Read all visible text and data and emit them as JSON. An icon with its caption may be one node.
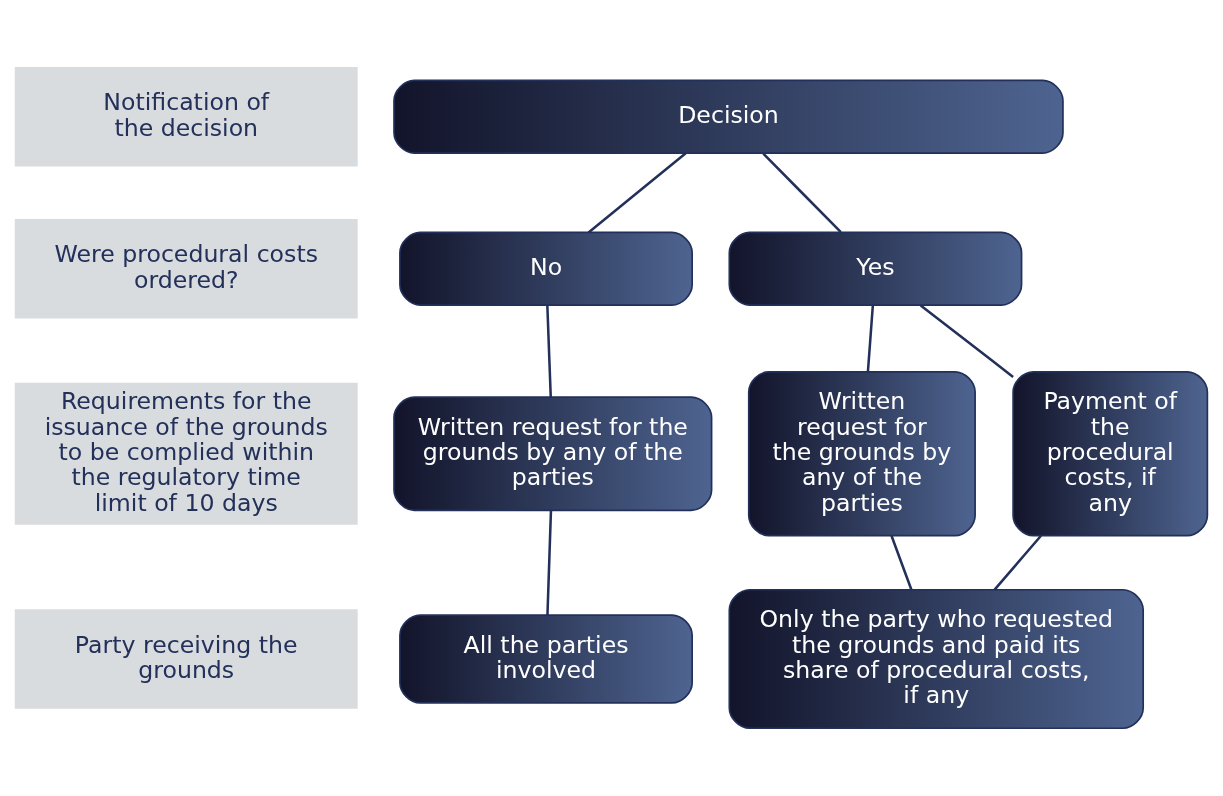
{
  "diagram": {
    "nodes": [
      {
        "text": [
          "Notification of the decision"
        ]
      },
      {
        "text": [
          "Decision"
        ]
      },
      {
        "text": [
          "Were procedural costs ordered?"
        ]
      },
      {
        "text": [
          "No"
        ]
      },
      {
        "text": [
          "Yes"
        ]
      },
      {
        "text": [
          "Requirements for the issuance of the grounds to be complied within the regulatory time limit of 10 days"
        ]
      },
      {
        "text": [
          "Written request for the grounds by any of the parties"
        ]
      },
      {
        "text": [
          "Written request for the grounds by any of the parties"
        ]
      },
      {
        "text": [
          "Payment of the procedural costs, if any"
        ]
      },
      {
        "text": [
          "Party receiving the grounds"
        ]
      },
      {
        "text": [
          "All the parties involved"
        ]
      },
      {
        "text": [
          "Only the party who requested the grounds and paid its share of procedural costs, if any"
        ]
      }
    ],
    "edges": [
      {
        "from": 1,
        "to": 3,
        "arrow": "none"
      },
      {
        "from": 1,
        "to": 4,
        "arrow": "none"
      },
      {
        "from": 3,
        "to": 6,
        "arrow": "none"
      },
      {
        "from": 4,
        "to": 7,
        "arrow": "none"
      },
      {
        "from": 4,
        "to": 8,
        "arrow": "none"
      },
      {
        "from": 6,
        "to": 10,
        "arrow": "none"
      },
      {
        "from": 7,
        "to": 11,
        "arrow": "none"
      },
      {
        "from": 8,
        "to": 11,
        "arrow": "none"
      }
    ]
  }
}
